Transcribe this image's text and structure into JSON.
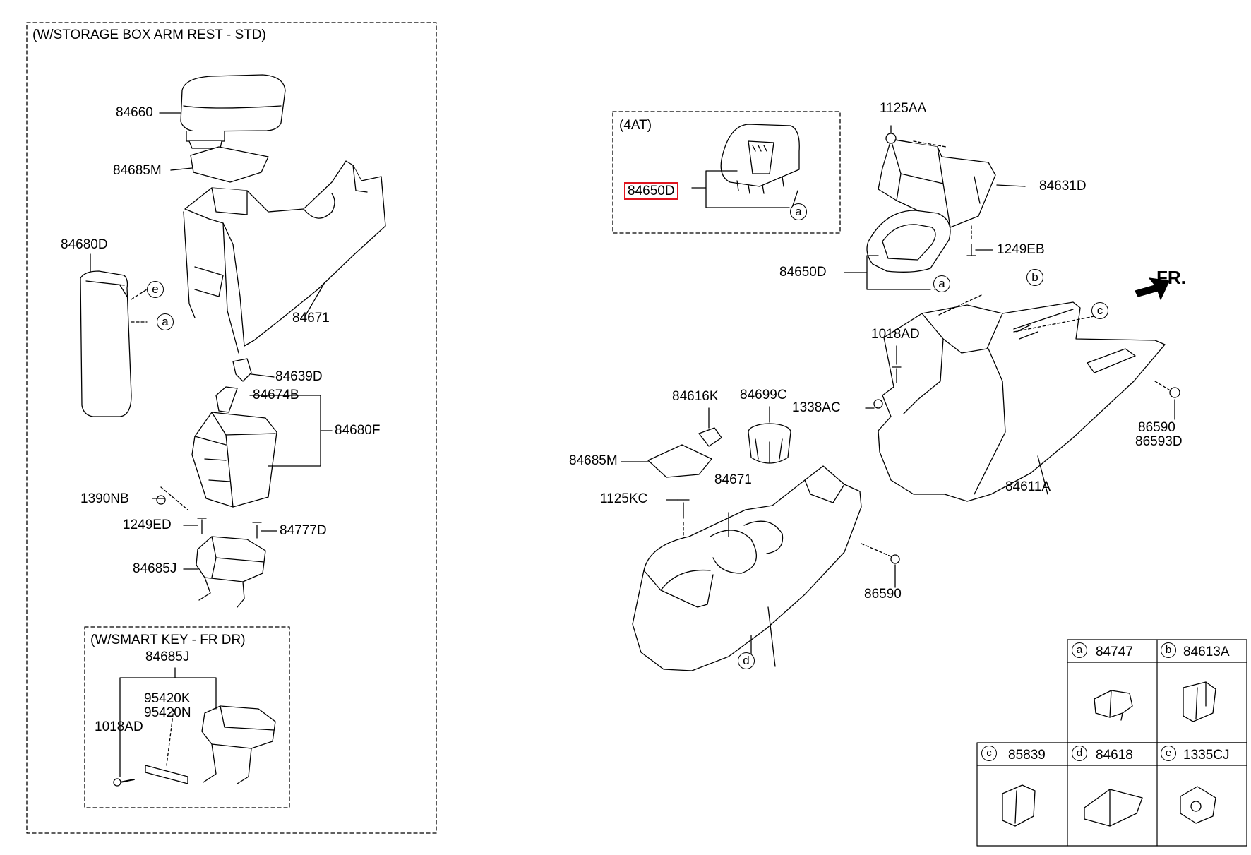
{
  "sections": {
    "storage_box": "(W/STORAGE BOX ARM REST - STD)",
    "smart_key": "(W/SMART KEY - FR DR)",
    "four_at": "(4AT)"
  },
  "front_indicator": "FR.",
  "highlight_color": "#e0141e",
  "labels": {
    "l84660": "84660",
    "l84685M_a": "84685M",
    "l84680D": "84680D",
    "l84671_a": "84671",
    "l84639D": "84639D",
    "l84674B": "84674B",
    "l84680F": "84680F",
    "l1390NB": "1390NB",
    "l1249ED": "1249ED",
    "l84777D": "84777D",
    "l84685J_a": "84685J",
    "l84685J_b": "84685J",
    "l95420K": "95420K",
    "l95420N": "95420N",
    "l1018AD_a": "1018AD",
    "l84650D_a": "84650D",
    "l1125AA": "1125AA",
    "l84631D": "84631D",
    "l1249EB": "1249EB",
    "l84650D_b": "84650D",
    "l1018AD_b": "1018AD",
    "l84616K": "84616K",
    "l84699C": "84699C",
    "l1338AC": "1338AC",
    "l86590_a": "86590",
    "l86593D": "86593D",
    "l84685M_b": "84685M",
    "l84671_b": "84671",
    "l1125KC": "1125KC",
    "l84611A": "84611A",
    "l86590_b": "86590"
  },
  "callouts": {
    "e1": "e",
    "a1": "a",
    "a2": "a",
    "a3": "a",
    "b1": "b",
    "c1": "c",
    "d1": "d"
  },
  "legend": [
    {
      "letter": "a",
      "part": "84747"
    },
    {
      "letter": "b",
      "part": "84613A"
    },
    {
      "letter": "c",
      "part": "85839"
    },
    {
      "letter": "d",
      "part": "84618"
    },
    {
      "letter": "e",
      "part": "1335CJ"
    }
  ]
}
